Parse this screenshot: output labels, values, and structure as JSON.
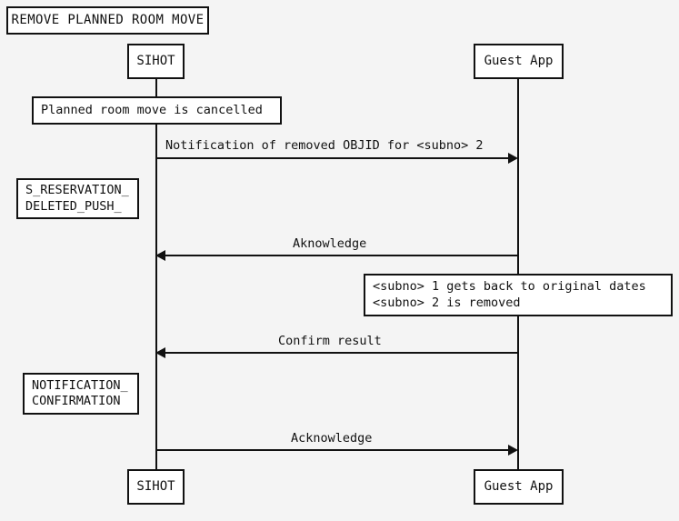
{
  "diagram": {
    "title": "REMOVE PLANNED ROOM MOVE",
    "background_color": "#f4f4f4",
    "line_color": "#111111",
    "box_fill_color": "#ffffff"
  },
  "lifelines": [
    {
      "id": "sihot",
      "head_label": "SIHOT",
      "foot_label": "SIHOT"
    },
    {
      "id": "guest_app",
      "head_label": "Guest App",
      "foot_label": "Guest App"
    }
  ],
  "messages": [
    {
      "id": "m1",
      "label": "Notification of removed OBJID for <subno> 2",
      "from": "sihot",
      "to": "guest_app",
      "direction": "right"
    },
    {
      "id": "m2",
      "label": "Aknowledge",
      "from": "guest_app",
      "to": "sihot",
      "direction": "left"
    },
    {
      "id": "m3",
      "label": "Confirm result",
      "from": "guest_app",
      "to": "sihot",
      "direction": "left"
    },
    {
      "id": "m4",
      "label": "Acknowledge",
      "from": "sihot",
      "to": "guest_app",
      "direction": "right"
    }
  ],
  "notes": [
    {
      "id": "n1",
      "lines": [
        "Planned room move is cancelled"
      ]
    },
    {
      "id": "n2",
      "lines": [
        "S_RESERVATION_",
        "DELETED_PUSH_"
      ]
    },
    {
      "id": "n3",
      "lines": [
        "<subno> 1 gets back to original dates",
        "<subno> 2 is removed"
      ]
    },
    {
      "id": "n4",
      "lines": [
        "NOTIFICATION_",
        "CONFIRMATION"
      ]
    }
  ]
}
